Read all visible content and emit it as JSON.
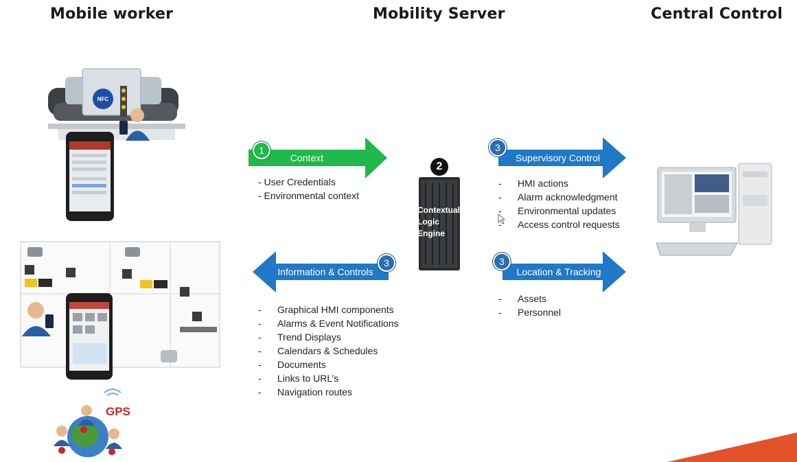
{
  "columns": {
    "left": "Mobile worker",
    "center": "Mobility Server",
    "right": "Central Control"
  },
  "server": {
    "badge": "2",
    "label": [
      "Contextual",
      "Logic",
      "Engine"
    ]
  },
  "arrows": {
    "context": {
      "badge": "1",
      "label": "Context",
      "color": "#1fb84a",
      "badge_color": "#1fb84a"
    },
    "info": {
      "badge": "3",
      "label": "Information & Controls",
      "color": "#1f78c8",
      "badge_color": "#2a6db2"
    },
    "supervisory": {
      "badge": "3",
      "label": "Supervisory Control",
      "color": "#1f78c8",
      "badge_color": "#2a6db2"
    },
    "location": {
      "badge": "3",
      "label": "Location & Tracking",
      "color": "#1f78c8",
      "badge_color": "#2a6db2"
    }
  },
  "lists": {
    "context": [
      "- User Credentials",
      "- Environmental context"
    ],
    "info": [
      "Graphical HMI components",
      "Alarms & Event Notifications",
      "Trend Displays",
      "Calendars & Schedules",
      "Documents",
      "Links to URL’s",
      "Navigation routes"
    ],
    "supervisory": [
      "HMI actions",
      "Alarm acknowledgment",
      "Environmental updates",
      "Access control requests"
    ],
    "location": [
      "Assets",
      "Personnel"
    ]
  },
  "dash": "-",
  "illustrations": {
    "nfc_label": "NFC",
    "gps_label": "GPS"
  },
  "accent_color": "#e2532a"
}
